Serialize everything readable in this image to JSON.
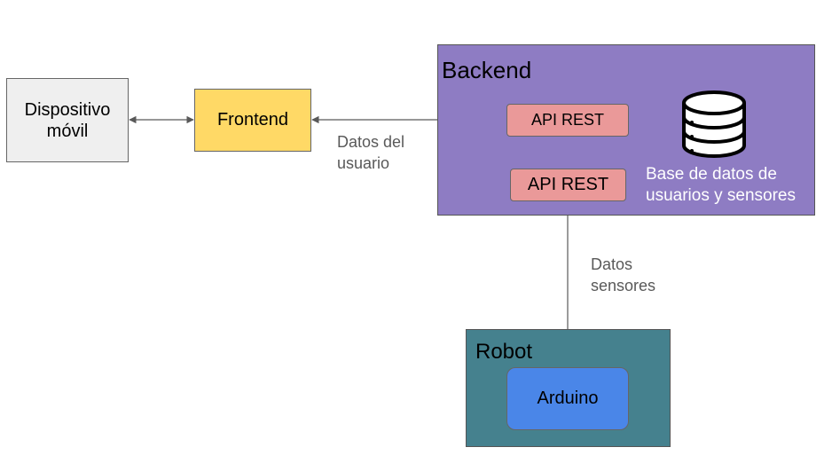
{
  "nodes": {
    "device": "Dispositivo\nmóvil",
    "frontend": "Frontend",
    "backend": "Backend",
    "api_rest_top": "API REST",
    "api_rest_bottom": "API REST",
    "database": "Base de datos de\nusuarios y sensores",
    "robot": "Robot",
    "arduino": "Arduino"
  },
  "edge_labels": {
    "user_data": "Datos del\nusuario",
    "sensor_data": "Datos\nsensores"
  },
  "icons": {
    "database": "database-icon"
  },
  "colors": {
    "device": "#efefef",
    "frontend": "#ffd966",
    "backend": "#8e7cc3",
    "api_rest": "#ea9999",
    "robot": "#45818e",
    "arduino": "#4a86e8",
    "connector": "#595959"
  }
}
